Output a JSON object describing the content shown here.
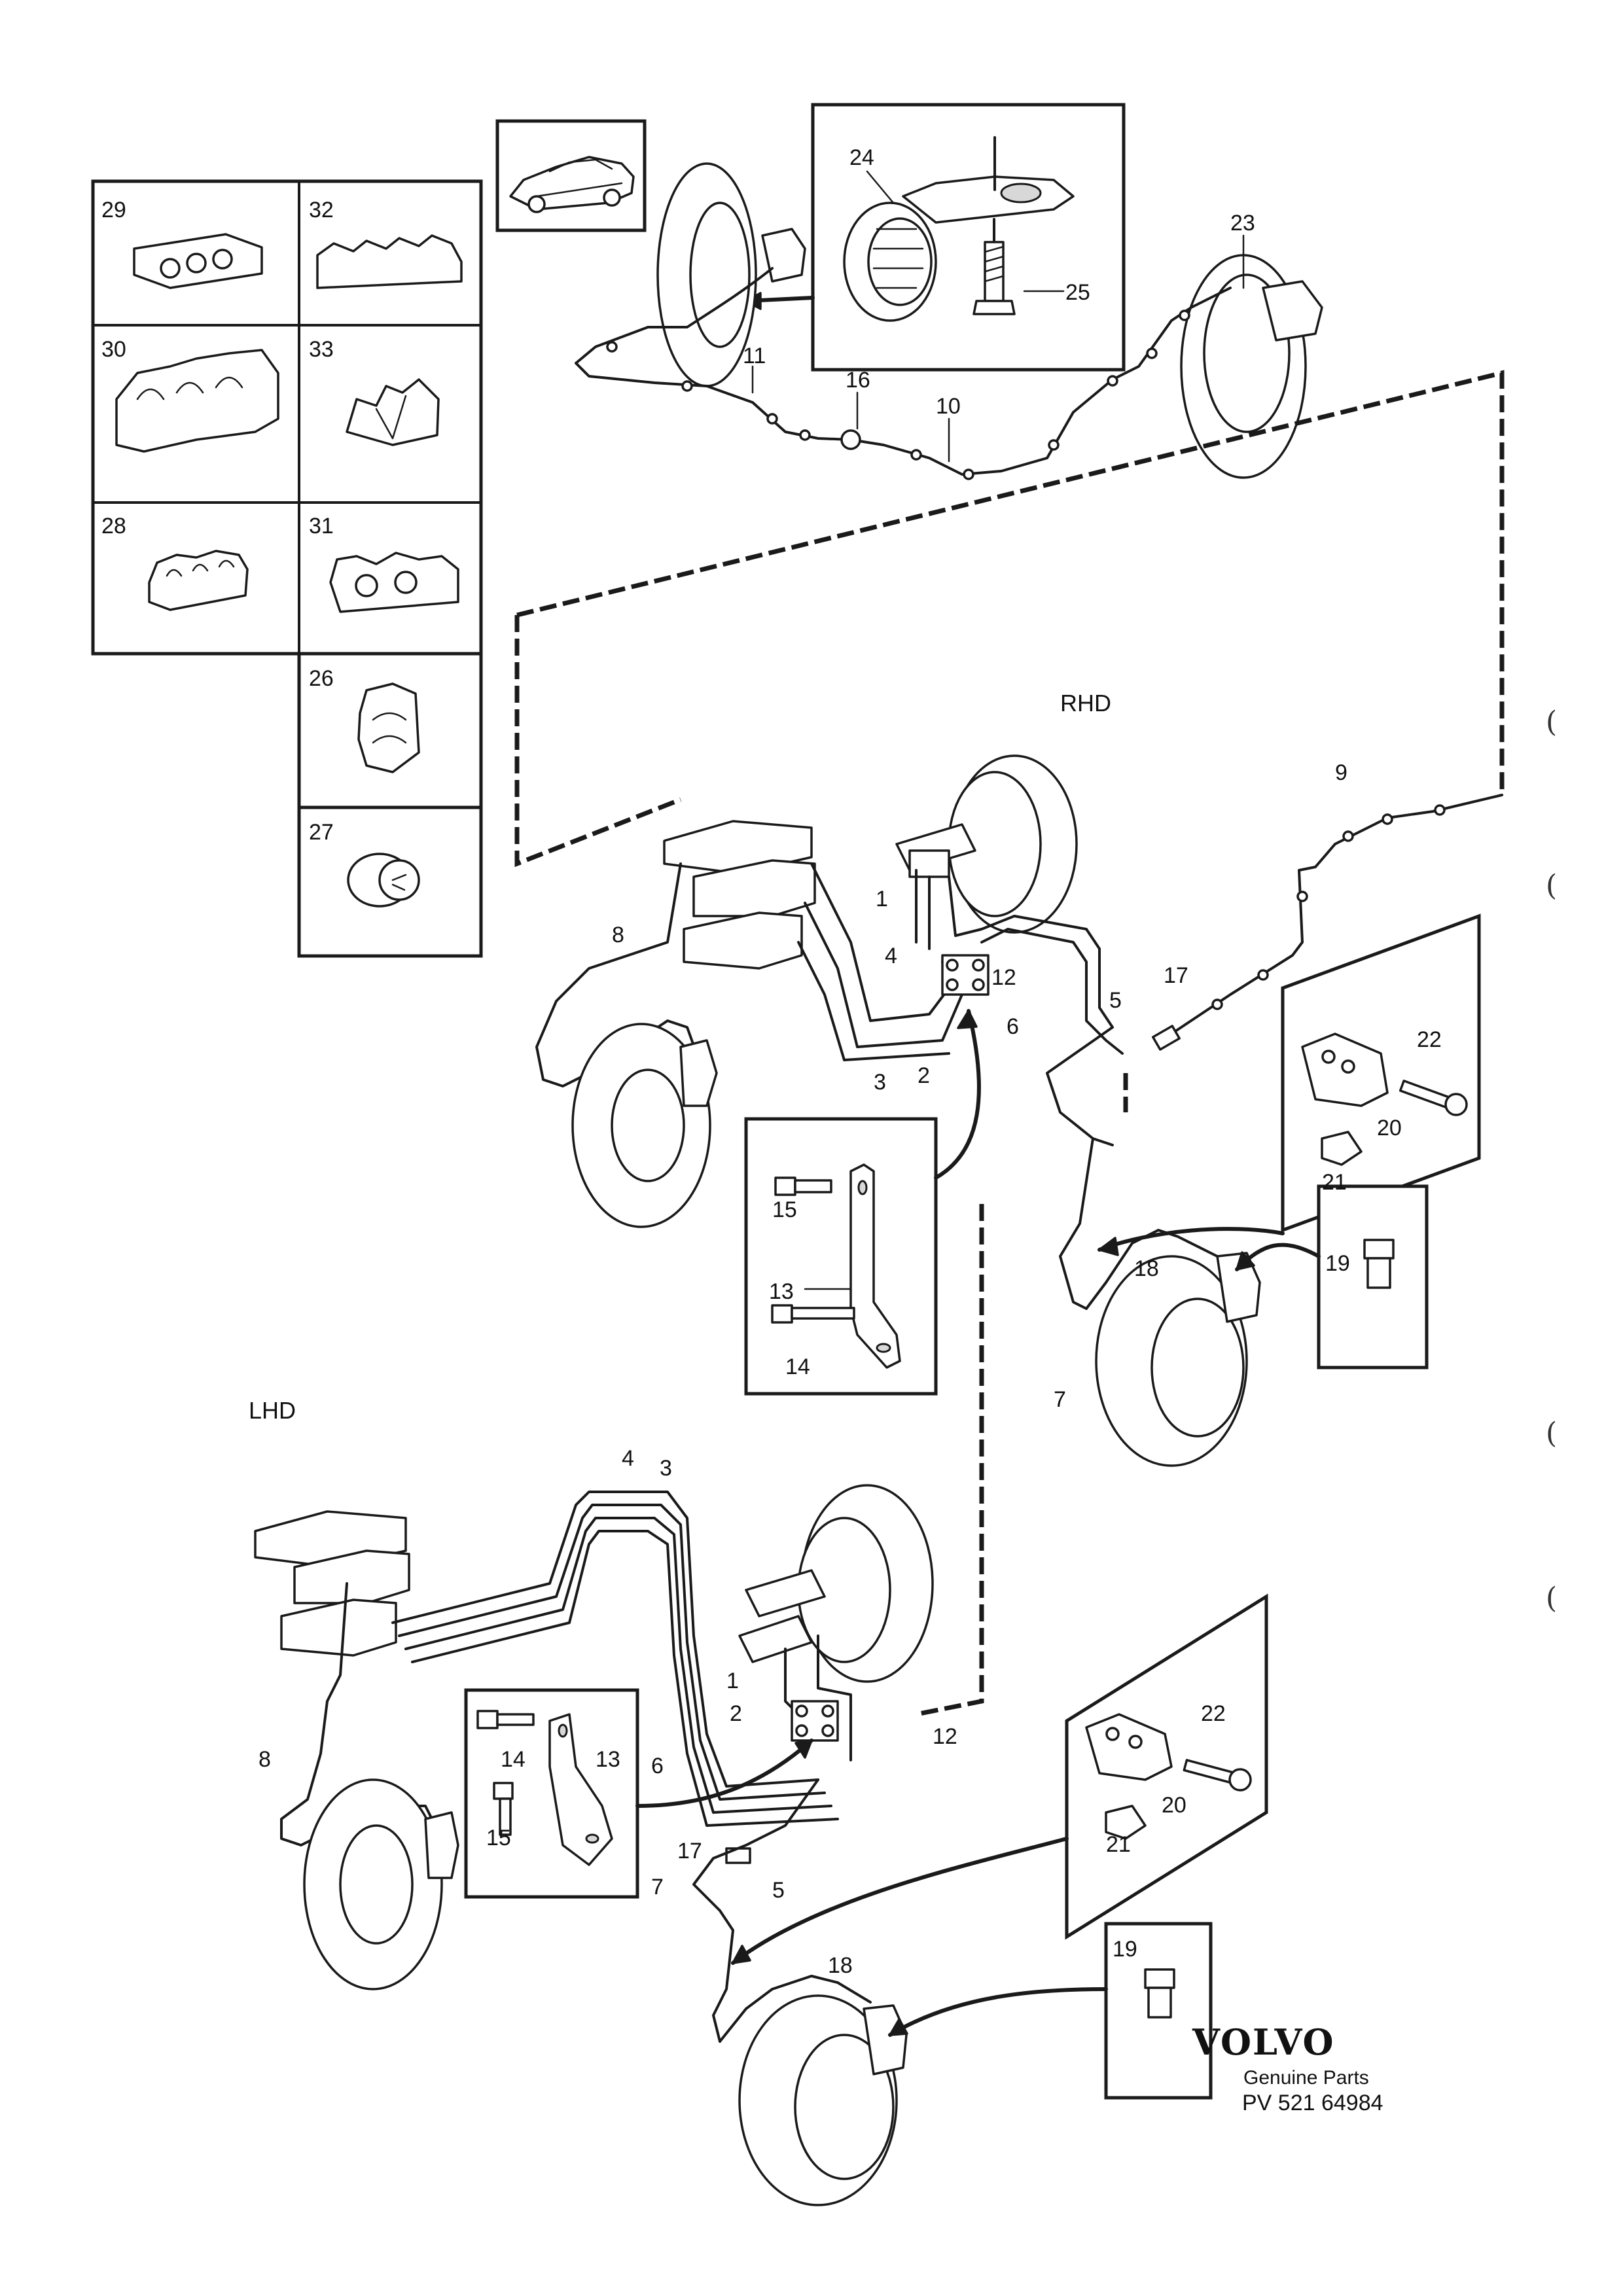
{
  "labels": {
    "rhd": "RHD",
    "lhd": "LHD"
  },
  "brand": {
    "name": "VOLVO",
    "tagline": "Genuine Parts",
    "code": "PV 521 64984"
  },
  "callouts": {
    "c1_rhd": "1",
    "c2_rhd": "2",
    "c3_rhd": "3",
    "c4_rhd": "4",
    "c5_rhd": "5",
    "c6_rhd": "6",
    "c7_rhd": "7",
    "c8_rhd": "8",
    "c9": "9",
    "c10": "10",
    "c11": "11",
    "c12_rhd": "12",
    "c13_rhd": "13",
    "c14_rhd": "14",
    "c15_rhd": "15",
    "c16": "16",
    "c17_rhd": "17",
    "c18_rhd": "18",
    "c19_rhd": "19",
    "c20_rhd": "20",
    "c21_rhd": "21",
    "c22_rhd": "22",
    "c23": "23",
    "c24": "24",
    "c25": "25",
    "c26": "26",
    "c27": "27",
    "c28": "28",
    "c29": "29",
    "c30": "30",
    "c31": "31",
    "c32": "32",
    "c33": "33",
    "c1_lhd": "1",
    "c2_lhd": "2",
    "c3_lhd": "3",
    "c4_lhd": "4",
    "c5_lhd": "5",
    "c6_lhd": "6",
    "c7_lhd": "7",
    "c8_lhd": "8",
    "c12_lhd": "12",
    "c13_lhd": "13",
    "c14_lhd": "14",
    "c15_lhd": "15",
    "c17_lhd": "17",
    "c18_lhd": "18",
    "c19_lhd": "19",
    "c20_lhd": "20",
    "c21_lhd": "21",
    "c22_lhd": "22"
  },
  "margin_marks": [
    "(",
    "(",
    "(",
    "("
  ]
}
